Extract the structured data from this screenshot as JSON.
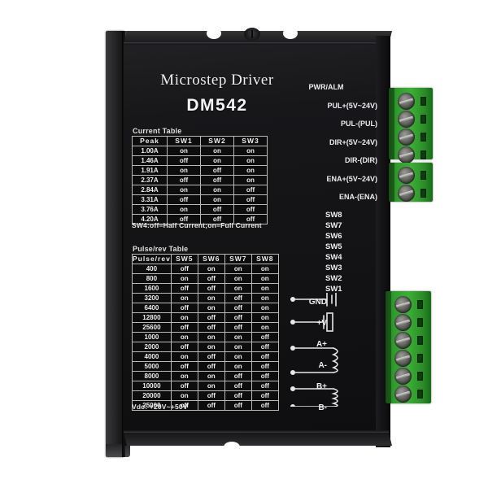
{
  "device": {
    "title": "Microstep  Driver",
    "model": "DM542"
  },
  "current_table": {
    "caption": "Current Table",
    "headers": [
      "Peak",
      "SW1",
      "SW2",
      "SW3"
    ],
    "rows": [
      [
        "1.00A",
        "on",
        "on",
        "on"
      ],
      [
        "1.46A",
        "off",
        "on",
        "on"
      ],
      [
        "1.91A",
        "on",
        "off",
        "on"
      ],
      [
        "2.37A",
        "off",
        "off",
        "on"
      ],
      [
        "2.84A",
        "on",
        "on",
        "off"
      ],
      [
        "3.31A",
        "off",
        "on",
        "off"
      ],
      [
        "3.76A",
        "on",
        "off",
        "off"
      ],
      [
        "4.20A",
        "off",
        "off",
        "off"
      ]
    ],
    "note": "SW4:off=Half Current;on=Full Current"
  },
  "pulse_table": {
    "caption": "Pulse/rev Table",
    "headers": [
      "Pulse/rev",
      "SW5",
      "SW6",
      "SW7",
      "SW8"
    ],
    "rows": [
      [
        "400",
        "off",
        "on",
        "on",
        "on"
      ],
      [
        "800",
        "on",
        "off",
        "on",
        "on"
      ],
      [
        "1600",
        "off",
        "off",
        "on",
        "on"
      ],
      [
        "3200",
        "on",
        "on",
        "off",
        "on"
      ],
      [
        "6400",
        "off",
        "on",
        "off",
        "on"
      ],
      [
        "12800",
        "on",
        "off",
        "off",
        "on"
      ],
      [
        "25600",
        "off",
        "off",
        "off",
        "on"
      ],
      [
        "1000",
        "on",
        "on",
        "on",
        "off"
      ],
      [
        "2000",
        "off",
        "on",
        "on",
        "off"
      ],
      [
        "4000",
        "on",
        "off",
        "on",
        "off"
      ],
      [
        "5000",
        "off",
        "off",
        "on",
        "off"
      ],
      [
        "8000",
        "on",
        "on",
        "off",
        "off"
      ],
      [
        "10000",
        "off",
        "on",
        "off",
        "off"
      ],
      [
        "20000",
        "on",
        "off",
        "off",
        "off"
      ],
      [
        "25000",
        "off",
        "off",
        "off",
        "off"
      ]
    ],
    "note": "Vdc: +20V~+50V"
  },
  "signal_labels": [
    "PWR/ALM",
    "PUL+(5V~24V)",
    "PUL-(PUL)",
    "DIR+(5V~24V)",
    "DIR-(DIR)",
    "ENA+(5V~24V)",
    "ENA-(ENA)"
  ],
  "switch_labels": [
    "SW8",
    "SW7",
    "SW6",
    "SW5",
    "SW4",
    "SW3",
    "SW2",
    "SW1"
  ],
  "power_labels": [
    "GND",
    "+V",
    "A+",
    "A-",
    "B+",
    "B-"
  ],
  "colors": {
    "body": "#131315",
    "silkscreen": "#e8e8e8",
    "connector_green": "#3bb034",
    "screw_silver": "#9a9a96",
    "background": "#ffffff"
  }
}
